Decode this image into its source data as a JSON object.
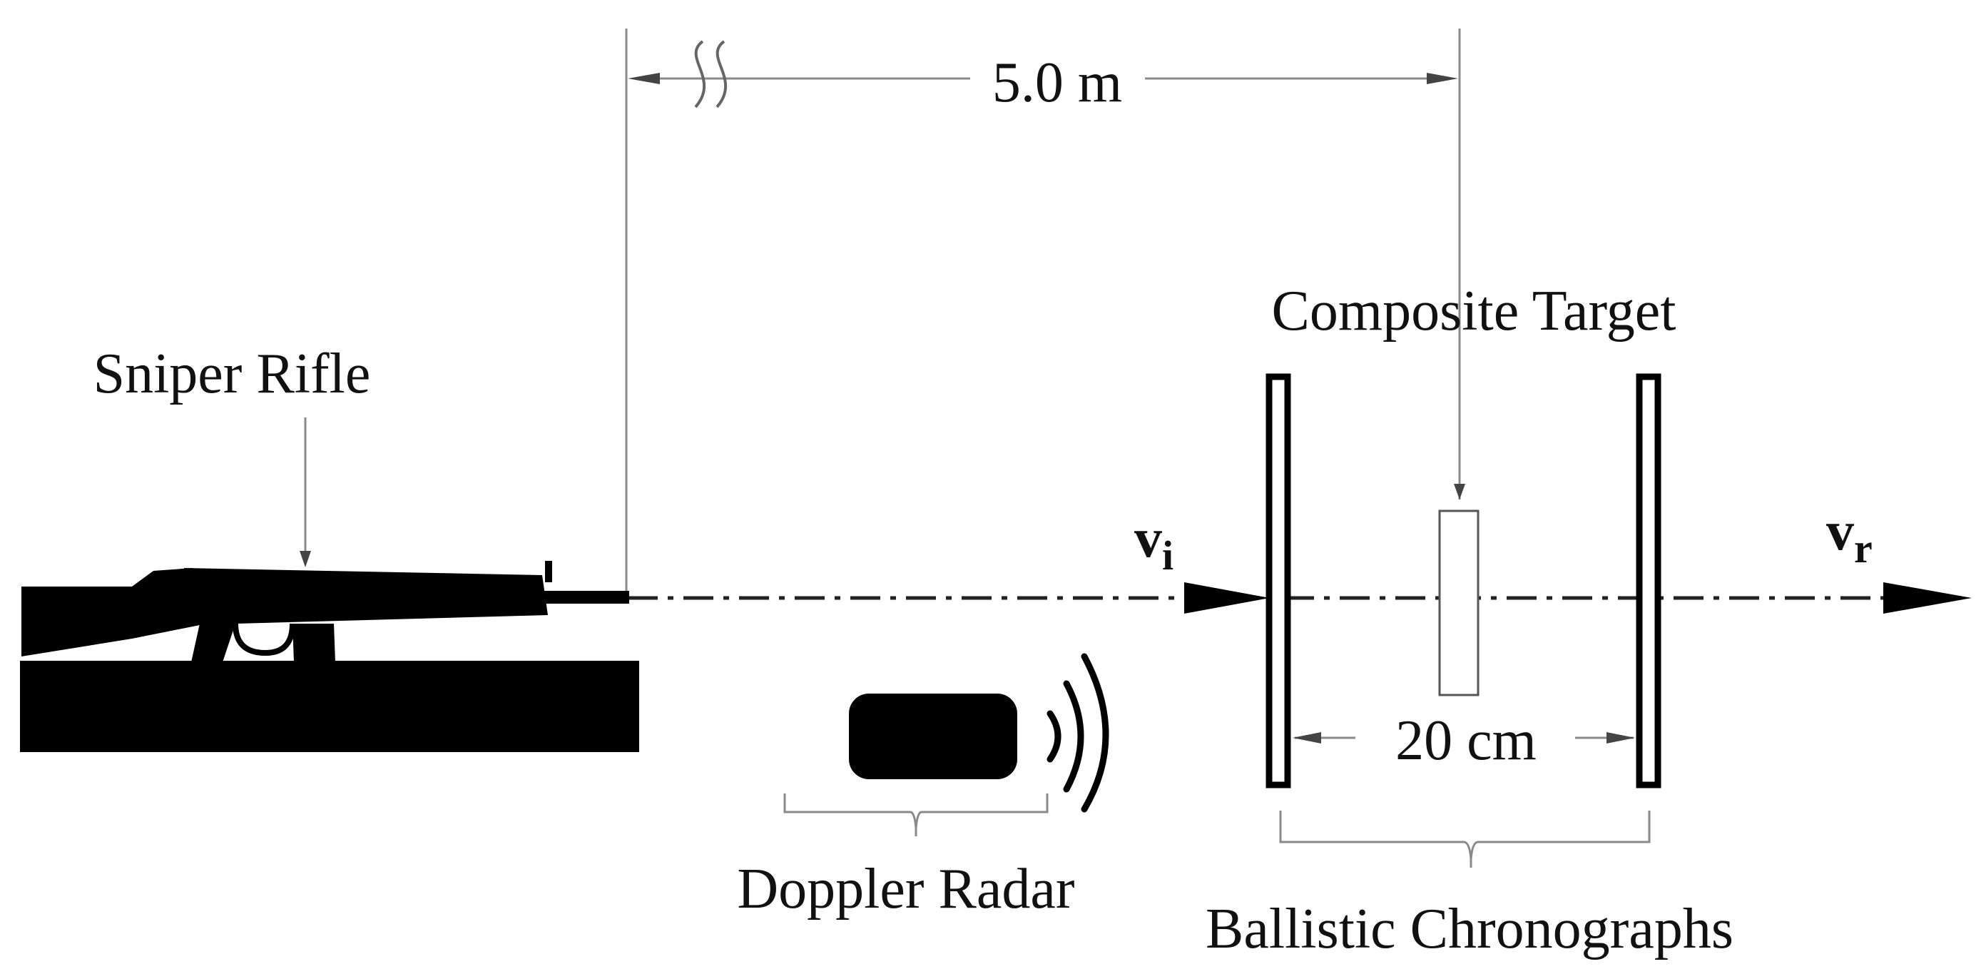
{
  "labels": {
    "distance": "5.0 m",
    "target": "Composite Target",
    "rifle": "Sniper Rifle",
    "v_incident": "v",
    "v_incident_sub": "i",
    "v_residual": "v",
    "v_residual_sub": "r",
    "spacing": "20 cm",
    "radar": "Doppler Radar",
    "chronographs": "Ballistic Chronographs"
  },
  "colors": {
    "ink": "#000000",
    "guide_line": "#8a8a8a",
    "background": "#ffffff"
  },
  "icons": {
    "rifle": "rifle-silhouette-icon",
    "radar": "doppler-radar-icon",
    "radar_waves": "radio-waves-icon",
    "break_mark": "axis-break-icon"
  }
}
